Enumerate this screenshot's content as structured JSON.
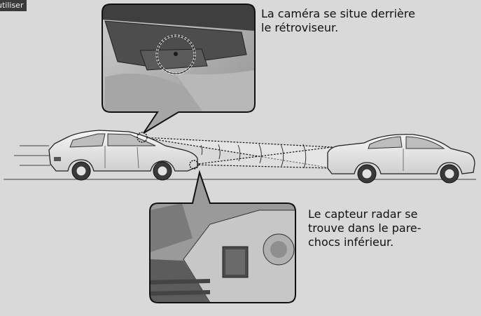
{
  "header": {
    "tab_label": "utiliser"
  },
  "callouts": {
    "camera_line1": "La caméra se situe derrière",
    "camera_line2": "le rétroviseur.",
    "radar_line1": "Le capteur radar se",
    "radar_line2": "trouve dans le pare-",
    "radar_line3": "chocs inférieur."
  },
  "colors": {
    "background": "#d9d9d9",
    "tab": "#3a3a3a",
    "ground": "#606060"
  }
}
